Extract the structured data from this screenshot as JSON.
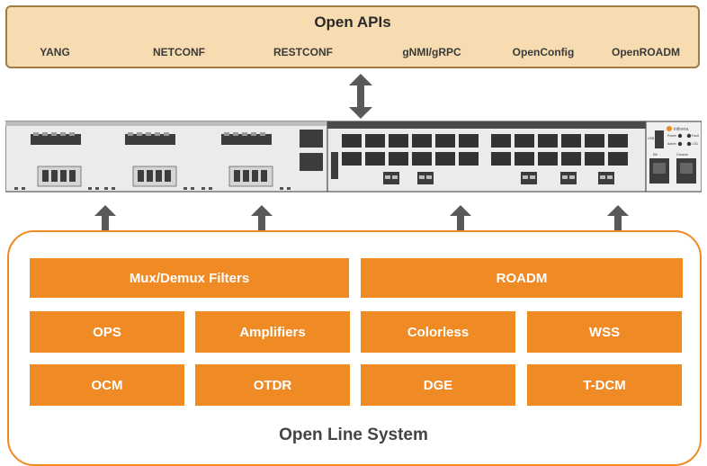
{
  "open_apis": {
    "title": "Open APIs",
    "items": [
      "YANG",
      "NETCONF",
      "RESTCONF",
      "gNMI/gRPC",
      "OpenConfig",
      "OpenROADM"
    ]
  },
  "device": {
    "brand": "infinera",
    "port_labels": {
      "usb": "USB",
      "eth": "Eth",
      "console": "Console",
      "power": "Power",
      "active": "Active",
      "fault": "Fault",
      "loc": "LOC"
    }
  },
  "ols": {
    "title": "Open Line System",
    "row1": [
      "Mux/Demux Filters",
      "ROADM"
    ],
    "row2": [
      "OPS",
      "Amplifiers",
      "Colorless",
      "WSS"
    ],
    "row3": [
      "OCM",
      "OTDR",
      "DGE",
      "T-DCM"
    ]
  },
  "colors": {
    "accent_orange": "#f08a24",
    "api_fill": "#f6dcb0",
    "api_border": "#a27a45",
    "arrow_gray": "#595959"
  }
}
